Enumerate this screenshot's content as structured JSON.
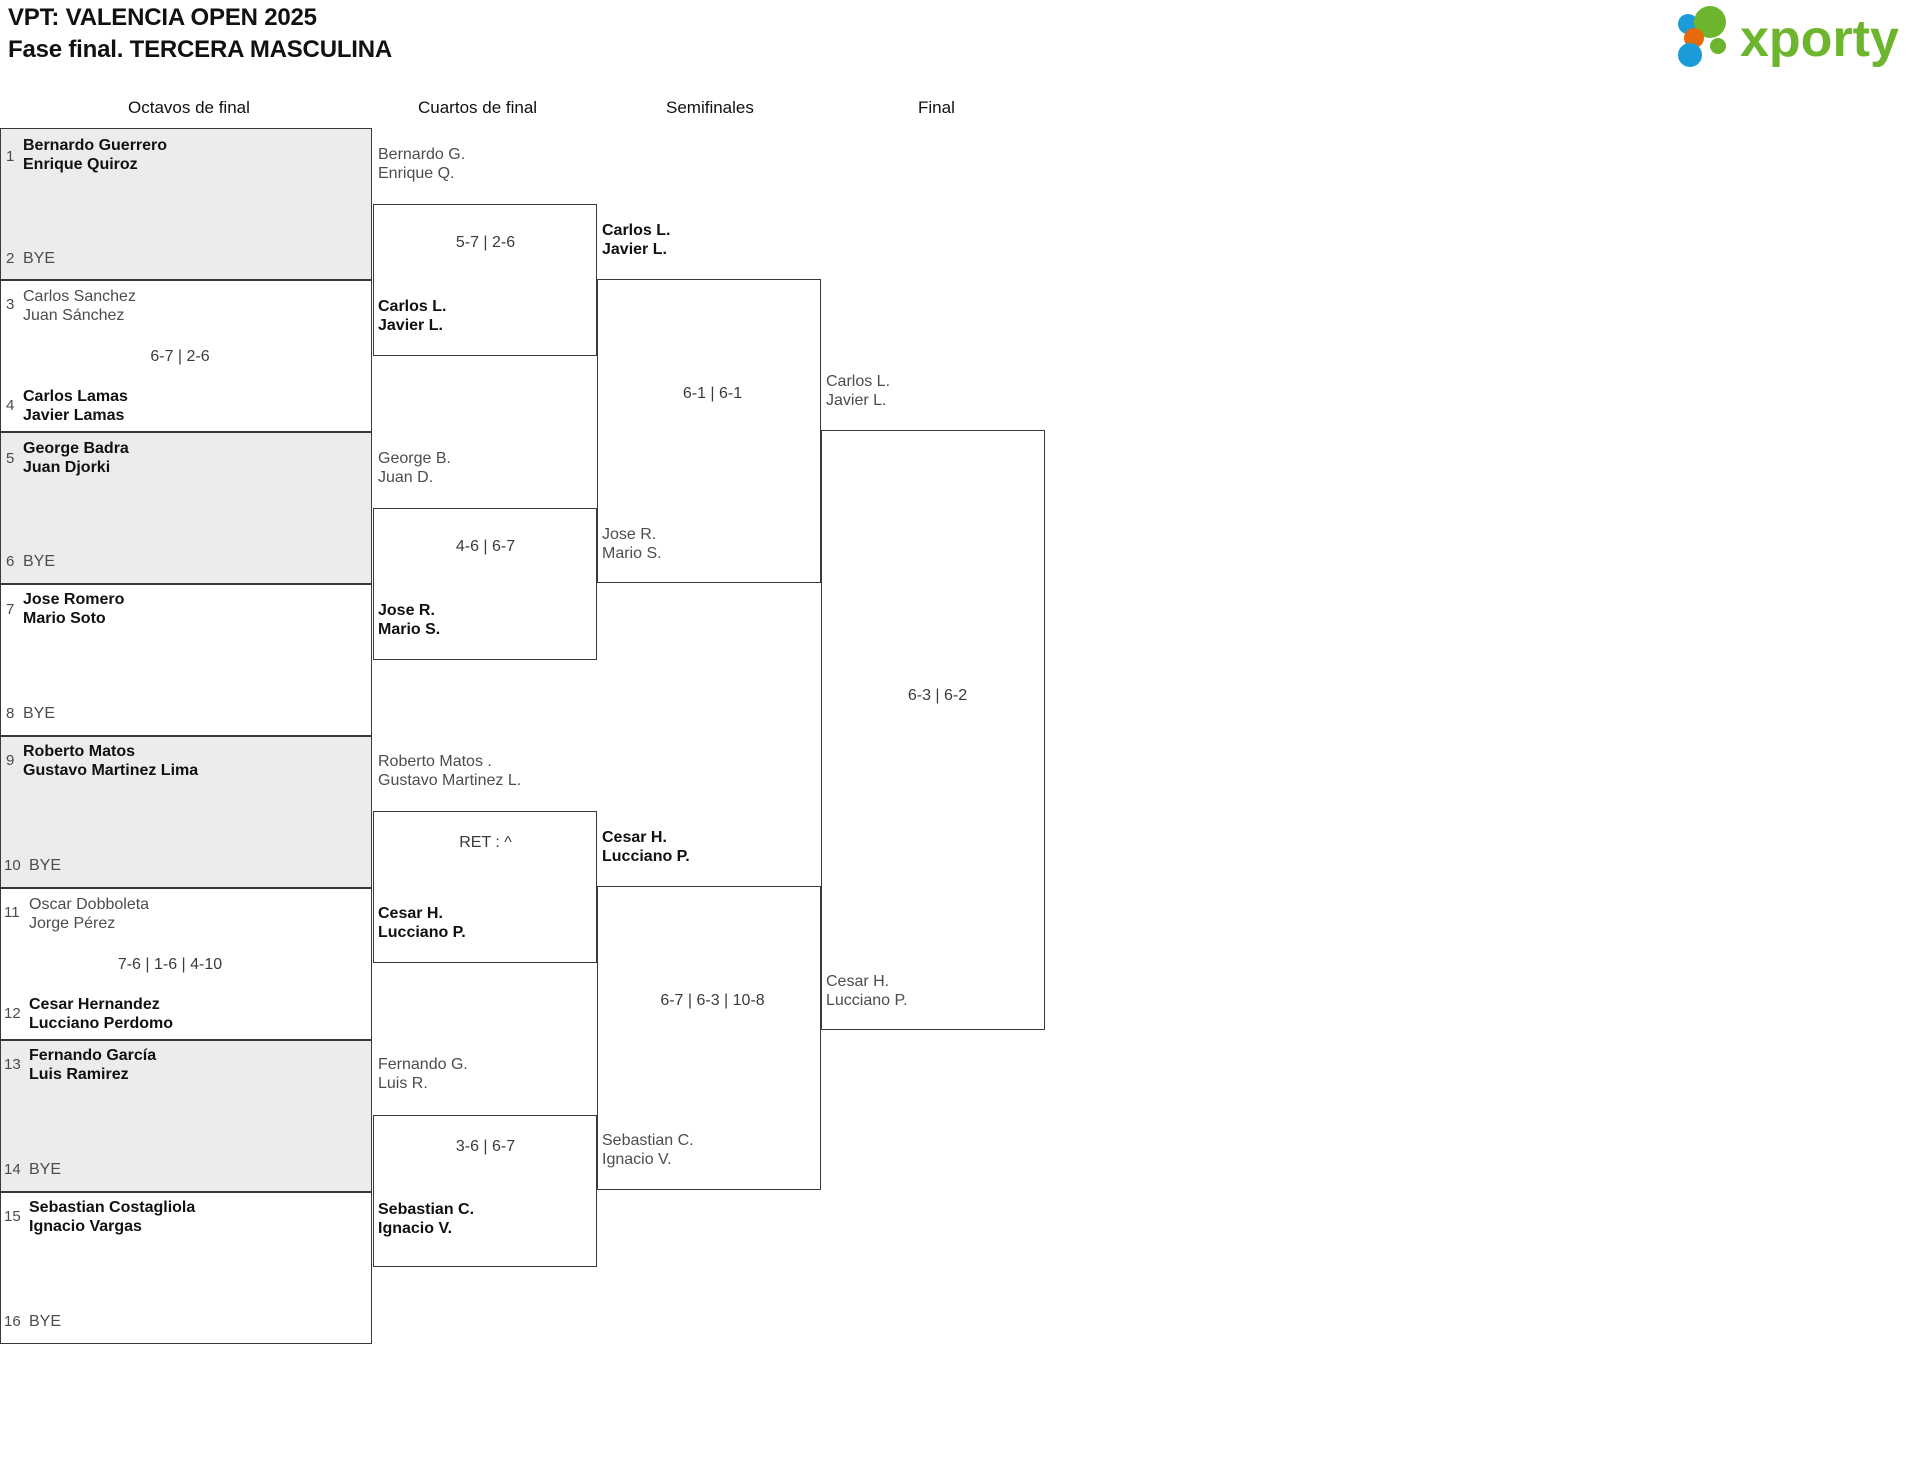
{
  "header": {
    "title_line1": "VPT: VALENCIA OPEN 2025",
    "title_line2": "Fase final. TERCERA MASCULINA",
    "logo_text": "xporty",
    "logo_colors": {
      "green": "#6cb52d",
      "orange": "#e8690b",
      "blue": "#1b9cd8"
    }
  },
  "rounds": [
    {
      "label": "Octavos de final"
    },
    {
      "label": "Cuartos de final"
    },
    {
      "label": "Semifinales"
    },
    {
      "label": "Final"
    }
  ],
  "bye_label": "BYE",
  "round1": {
    "matches": [
      {
        "shaded": true,
        "top": {
          "seed": "1",
          "line1": "Bernardo Guerrero",
          "line2": "Enrique Quiroz",
          "winner": true
        },
        "bottom": {
          "seed": "2",
          "bye": true
        },
        "score": ""
      },
      {
        "shaded": false,
        "top": {
          "seed": "3",
          "line1": "Carlos Sanchez",
          "line2": "Juan Sánchez",
          "winner": false
        },
        "bottom": {
          "seed": "4",
          "line1": "Carlos Lamas",
          "line2": "Javier Lamas",
          "winner": true
        },
        "score": "6-7 | 2-6"
      },
      {
        "shaded": true,
        "top": {
          "seed": "5",
          "line1": "George Badra",
          "line2": "Juan Djorki",
          "winner": true
        },
        "bottom": {
          "seed": "6",
          "bye": true
        },
        "score": ""
      },
      {
        "shaded": false,
        "top": {
          "seed": "7",
          "line1": "Jose Romero",
          "line2": "Mario Soto",
          "winner": true
        },
        "bottom": {
          "seed": "8",
          "bye": true
        },
        "score": ""
      },
      {
        "shaded": true,
        "top": {
          "seed": "9",
          "line1": "Roberto Matos",
          "line2": "Gustavo Martinez Lima",
          "winner": true
        },
        "bottom": {
          "seed": "10",
          "bye": true
        },
        "score": ""
      },
      {
        "shaded": false,
        "top": {
          "seed": "11",
          "line1": "Oscar Dobboleta",
          "line2": "Jorge Pérez",
          "winner": false
        },
        "bottom": {
          "seed": "12",
          "line1": "Cesar Hernandez",
          "line2": "Lucciano Perdomo",
          "winner": true
        },
        "score": "7-6 | 1-6 | 4-10"
      },
      {
        "shaded": true,
        "top": {
          "seed": "13",
          "line1": "Fernando García",
          "line2": "Luis Ramirez",
          "winner": true
        },
        "bottom": {
          "seed": "14",
          "bye": true
        },
        "score": ""
      },
      {
        "shaded": false,
        "top": {
          "seed": "15",
          "line1": "Sebastian Costagliola",
          "line2": "Ignacio Vargas",
          "winner": true
        },
        "bottom": {
          "seed": "16",
          "bye": true
        },
        "score": ""
      }
    ]
  },
  "round2": {
    "matches": [
      {
        "top": {
          "line1": "Bernardo G.",
          "line2": "Enrique Q.",
          "winner": false
        },
        "bottom": {
          "line1": "Carlos L.",
          "line2": "Javier L.",
          "winner": true
        },
        "score": "5-7 | 2-6"
      },
      {
        "top": {
          "line1": "George B.",
          "line2": "Juan D.",
          "winner": false
        },
        "bottom": {
          "line1": "Jose R.",
          "line2": "Mario S.",
          "winner": true
        },
        "score": "4-6 | 6-7"
      },
      {
        "top": {
          "line1": "Roberto Matos .",
          "line2": "Gustavo Martinez L.",
          "winner": false
        },
        "bottom": {
          "line1": "Cesar H.",
          "line2": "Lucciano P.",
          "winner": true
        },
        "score": "RET : ^"
      },
      {
        "top": {
          "line1": "Fernando G.",
          "line2": "Luis R.",
          "winner": false
        },
        "bottom": {
          "line1": "Sebastian C.",
          "line2": "Ignacio V.",
          "winner": true
        },
        "score": "3-6 | 6-7"
      }
    ]
  },
  "round3": {
    "matches": [
      {
        "top": {
          "line1": "Carlos L.",
          "line2": "Javier L.",
          "winner": true
        },
        "bottom": {
          "line1": "Jose R.",
          "line2": "Mario S.",
          "winner": false
        },
        "score": "6-1 | 6-1"
      },
      {
        "top": {
          "line1": "Cesar H.",
          "line2": "Lucciano P.",
          "winner": true
        },
        "bottom": {
          "line1": "Sebastian C.",
          "line2": "Ignacio V.",
          "winner": false
        },
        "score": "6-7 | 6-3 | 10-8"
      }
    ]
  },
  "round4": {
    "matches": [
      {
        "top": {
          "line1": "Carlos L.",
          "line2": "Javier L.",
          "winner": false
        },
        "bottom": {
          "line1": "Cesar H.",
          "line2": "Lucciano P.",
          "winner": false
        },
        "score": "6-3 | 6-2"
      }
    ]
  }
}
